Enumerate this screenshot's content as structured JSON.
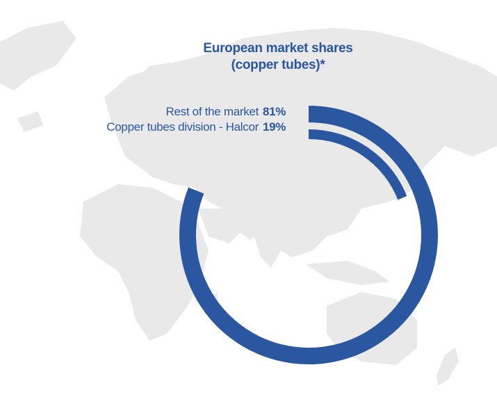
{
  "chart_data": {
    "type": "pie",
    "style": "donut-ring",
    "title_lines": [
      "European market shares",
      "(copper tubes)*"
    ],
    "categories": [
      "Rest of the market",
      "Copper tubes division - Halcor"
    ],
    "values": [
      81,
      19
    ],
    "value_labels": [
      "81%",
      "19%"
    ],
    "unit": "%",
    "colors": {
      "ring": "#2b56a0",
      "text": "#2b56a0",
      "map": "#e9e9ea"
    },
    "legend": [
      {
        "label": "Rest of the market",
        "value": "81%"
      },
      {
        "label": "Copper tubes division - Halcor",
        "value": "19%"
      }
    ]
  }
}
